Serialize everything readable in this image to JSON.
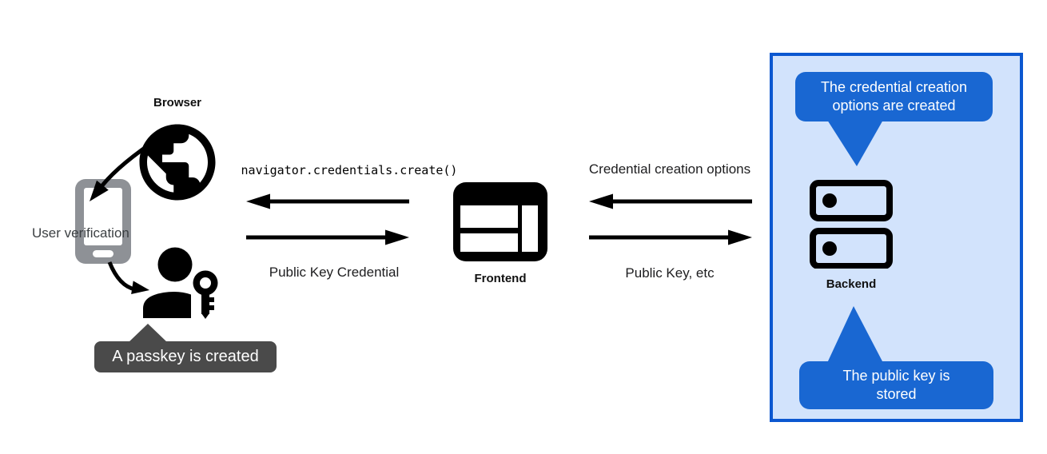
{
  "diagram": {
    "left": {
      "browser_label": "Browser",
      "user_verification_label": "User verification",
      "passkey_tooltip": "A passkey is created"
    },
    "center": {
      "code_label": "navigator.credentials.create()",
      "public_key_credential_label": "Public Key Credential",
      "frontend_label": "Frontend"
    },
    "right": {
      "credential_creation_options_label": "Credential creation options",
      "public_key_etc_label": "Public Key, etc",
      "backend_label": "Backend",
      "options_created_tooltip": "The credential creation options are created",
      "public_key_stored_tooltip": "The public key is stored"
    },
    "colors": {
      "panel_background": "#d2e3fc",
      "panel_border": "#0b57d0",
      "blue_tooltip": "#1967d2",
      "dark_tooltip": "#4a4a4a",
      "phone_gray": "#8e9196"
    }
  }
}
